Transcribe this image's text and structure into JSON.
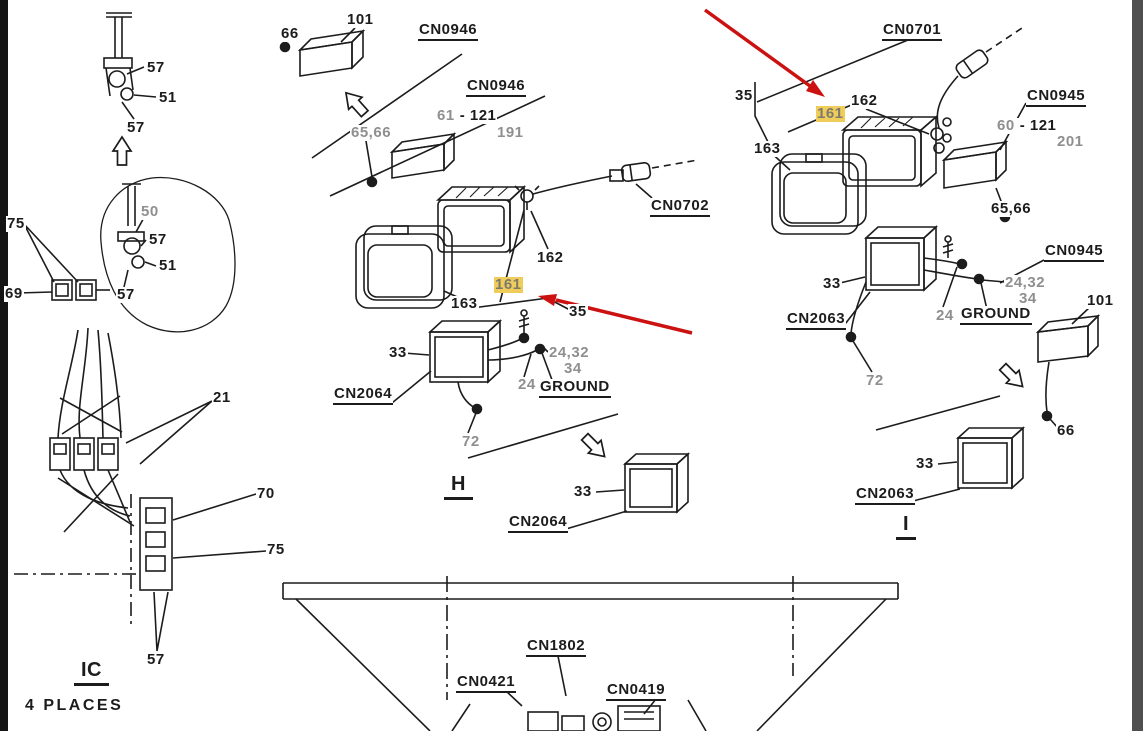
{
  "colors": {
    "ink": "#1c1c1c",
    "gray": "#8f8f8f",
    "highlight": "#f0cd5a",
    "annotation_red": "#cc1111"
  },
  "sections": {
    "ic": "IC",
    "ic_note": "4 PLACES",
    "h": "H",
    "i": "I"
  },
  "callouts": {
    "l57a": "57",
    "l51a": "51",
    "l57b": "57",
    "l75a": "75",
    "l50": "50",
    "l57c": "57",
    "l51b": "51",
    "l57d": "57",
    "l69": "69",
    "l21": "21",
    "l70": "70",
    "l75b": "75",
    "l57e": "57",
    "m66": "66",
    "m101": "101",
    "mcn0946a": "CN0946",
    "mcn0946b": "CN0946",
    "mrange_gray": "61",
    "mrange_black": "- 121",
    "m191": "191",
    "m6566": "65,66",
    "mcn0702": "CN0702",
    "m162": "162",
    "m161": "161",
    "m163": "163",
    "m35": "35",
    "m33a": "33",
    "mcn2064a": "CN2064",
    "m2432": "24,32",
    "m34": "34",
    "m24": "24",
    "mground": "GROUND",
    "m72": "72",
    "m33b": "33",
    "mcn2064b": "CN2064",
    "rcn0701": "CN0701",
    "r35": "35",
    "r162": "162",
    "r161": "161",
    "r163": "163",
    "rcn0945a": "CN0945",
    "rrange_gray": "60",
    "rrange_black": "- 121",
    "r201": "201",
    "r6566": "65,66",
    "rcn0945b": "CN0945",
    "r33a": "33",
    "r2432": "24,32",
    "r34": "34",
    "r24": "24",
    "rground": "GROUND",
    "rcn2063a": "CN2063",
    "r101": "101",
    "r72": "72",
    "r66": "66",
    "r33b": "33",
    "rcn2063b": "CN2063",
    "bcn1802": "CN1802",
    "bcn0421": "CN0421",
    "bcn0419": "CN0419"
  }
}
